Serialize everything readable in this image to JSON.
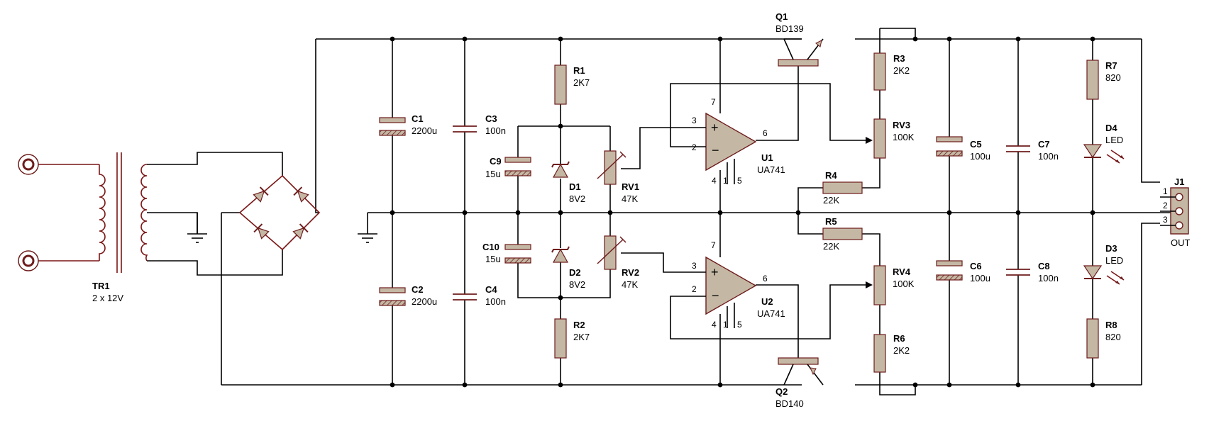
{
  "components": {
    "TR1": {
      "ref": "TR1",
      "value": "2 x 12V"
    },
    "C1": {
      "ref": "C1",
      "value": "2200u"
    },
    "C2": {
      "ref": "C2",
      "value": "2200u"
    },
    "C3": {
      "ref": "C3",
      "value": "100n"
    },
    "C4": {
      "ref": "C4",
      "value": "100n"
    },
    "C9": {
      "ref": "C9",
      "value": "15u"
    },
    "C10": {
      "ref": "C10",
      "value": "15u"
    },
    "R1": {
      "ref": "R1",
      "value": "2K7"
    },
    "R2": {
      "ref": "R2",
      "value": "2K7"
    },
    "D1": {
      "ref": "D1",
      "value": "8V2"
    },
    "D2": {
      "ref": "D2",
      "value": "8V2"
    },
    "RV1": {
      "ref": "RV1",
      "value": "47K"
    },
    "RV2": {
      "ref": "RV2",
      "value": "47K"
    },
    "U1": {
      "ref": "U1",
      "value": "UA741"
    },
    "U2": {
      "ref": "U2",
      "value": "UA741"
    },
    "Q1": {
      "ref": "Q1",
      "value": "BD139"
    },
    "Q2": {
      "ref": "Q2",
      "value": "BD140"
    },
    "R3": {
      "ref": "R3",
      "value": "2K2"
    },
    "R6": {
      "ref": "R6",
      "value": "2K2"
    },
    "RV3": {
      "ref": "RV3",
      "value": "100K"
    },
    "RV4": {
      "ref": "RV4",
      "value": "100K"
    },
    "R4": {
      "ref": "R4",
      "value": "22K"
    },
    "R5": {
      "ref": "R5",
      "value": "22K"
    },
    "C5": {
      "ref": "C5",
      "value": "100u"
    },
    "C6": {
      "ref": "C6",
      "value": "100u"
    },
    "C7": {
      "ref": "C7",
      "value": "100n"
    },
    "C8": {
      "ref": "C8",
      "value": "100n"
    },
    "R7": {
      "ref": "R7",
      "value": "820"
    },
    "R8": {
      "ref": "R8",
      "value": "820"
    },
    "D4": {
      "ref": "D4",
      "value": "LED"
    },
    "D3": {
      "ref": "D3",
      "value": "LED"
    },
    "J1": {
      "ref": "J1",
      "value": "OUT"
    }
  },
  "pins": {
    "opamp_plus": "+",
    "opamp_minus": "−",
    "p2": "2",
    "p3": "3",
    "p4": "4",
    "p1": "1",
    "p5": "5",
    "p6": "6",
    "p7": "7",
    "j1": "1",
    "j2": "2",
    "j3": "3"
  },
  "colors": {
    "wire": "#000000",
    "component_outline": "#6e1c1c",
    "component_fill": "#c4b8a4"
  }
}
